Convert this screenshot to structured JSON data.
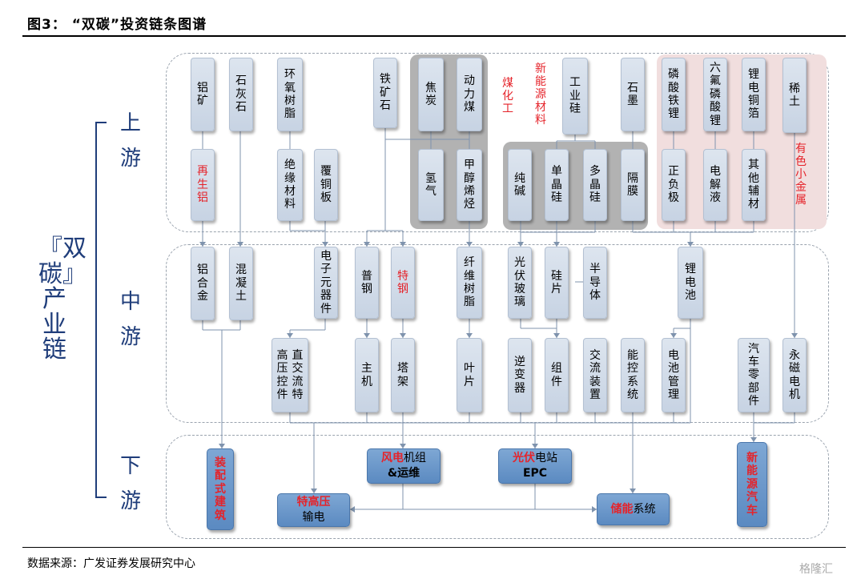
{
  "header": {
    "title": "图3： “双碳”投资链条图谱"
  },
  "stages": {
    "upstream": "上游",
    "midstream": "中游",
    "downstream": "下游"
  },
  "chain_title": "『双碳』产业链",
  "red_labels": {
    "coal_chem": "煤化工",
    "new_energy_mat": "新能源材料",
    "minor_metals": "有色小金属"
  },
  "upstream": {
    "row1": {
      "lvkuang": "铝矿",
      "shihuishi": "石灰石",
      "huanyang": "环氧树脂",
      "tiekuangshi": "铁矿石",
      "jiaotan": "焦炭",
      "donglimei": "动力煤",
      "gongyegui": "工业硅",
      "shimo": "石墨",
      "linsuantieli": "磷酸铁锂",
      "liufulinsuanli": "六氟磷酸锂",
      "lidiantongbo": "锂电铜箔",
      "xitu": "稀土"
    },
    "row2": {
      "zaishenglv": "再生铝",
      "jueyuan": "绝缘材料",
      "fugongban": "覆铜板",
      "qingqi": "氢气",
      "jiachun": "甲醇烯烃",
      "chunjian": "纯碱",
      "danjinggui": "单晶硅",
      "duojinggui": "多晶硅",
      "gemo": "隔膜",
      "zhengfuji": "正负极",
      "dianjieye": "电解液",
      "qitafucai": "其他辅材"
    }
  },
  "midstream": {
    "row1": {
      "lvhejin": "铝合金",
      "hunningtu": "混凝土",
      "dianziyuanqijian": "电子元器件",
      "pugang": "普钢",
      "tegang": "特钢",
      "xianwei": "纤维树脂",
      "guangfu_boli": "光伏玻璃",
      "guipian": "硅片",
      "bandaoti": "半导体",
      "lidianchi": "锂电池"
    },
    "row2": {
      "gaoyakongzhi": "高压控件",
      "zhiliu": "直交流特",
      "zhuji": "主机",
      "tajia": "塔架",
      "yepian": "叶片",
      "nibianqi": "逆变器",
      "zujian": "组件",
      "jiaoliu": "交流装置",
      "nengkong": "能控系统",
      "dianchiguanli": "电池管理",
      "qichelingbujian": "汽车零部件",
      "yongci": "永磁电机"
    }
  },
  "downstream": {
    "zhuangpei": "装配式建筑",
    "fengdian_red": "风电",
    "fengdian_rest": "机组",
    "fengdian_line2": "&运维",
    "guangfu_red": "光伏",
    "guangfu_rest": "电站",
    "guangfu_line2": "EPC",
    "tegaoya_red": "特高压",
    "tegaoya_line2": "输电",
    "chuneng_red": "储能",
    "chuneng_rest": "系统",
    "xinnengyuan": "新能源汽车"
  },
  "footer": {
    "source": "数据来源：广发证券发展研究中心"
  },
  "watermark": "格隆汇"
}
